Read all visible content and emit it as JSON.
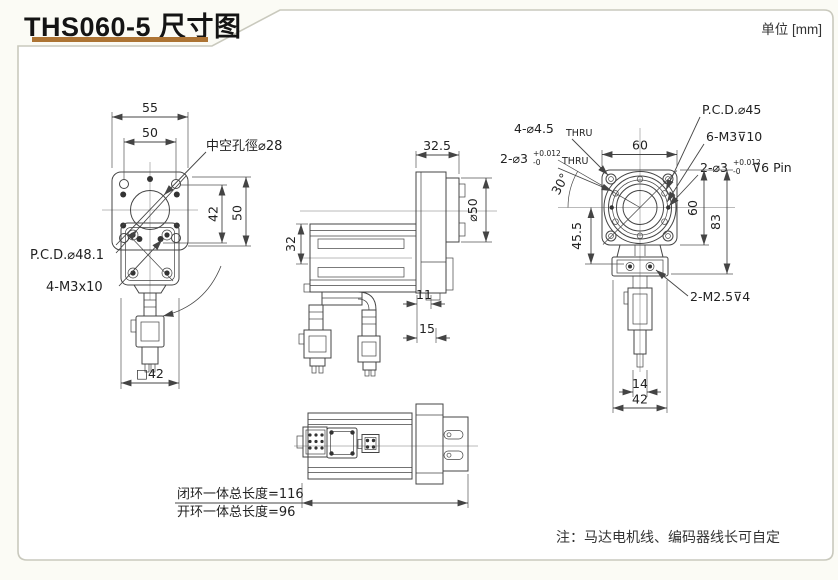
{
  "header": {
    "title": "THS060-5 尺寸图",
    "unit": "单位 [mm]"
  },
  "note": "注：马达电机线、编码器线长可自定",
  "colors": {
    "accent": "#ad7434",
    "frame": "#c9c9bd",
    "line": "#444444"
  },
  "front_view": {
    "dim_width_outer": "55",
    "dim_hole_pitch": "50",
    "hollow_bore_label": "中空孔徑⌀28",
    "dim_v_42": "42",
    "dim_v_50": "50",
    "pcd_label": "P.C.D.⌀48.1",
    "screws_label": "4-M3x10",
    "body_square_label": "□42"
  },
  "side_view": {
    "dim_depth": "32.5",
    "dim_output_dia": "⌀50",
    "dim_body": "32",
    "dim_offset_11": "11",
    "dim_offset_15": "15"
  },
  "output_view": {
    "thru_holes": "4-⌀4.5",
    "thru_holes_suffix": "THRU",
    "pin_thru_prefix": "2-⌀3",
    "tol_plus": "+0.012",
    "tol_minus": "-0",
    "pin_thru_suffix": "THRU",
    "pcd_label": "P.C.D.⌀45",
    "tapped_label": "6-M3⊽10",
    "pin_prefix": "2-⌀3",
    "pin_suffix": "⊽6 Pin",
    "angle": "30°",
    "dim_width": "60",
    "dim_left": "45.5",
    "dim_right_60": "60",
    "dim_right_83": "83",
    "mount_label": "2-M2.5⊽4",
    "dim_conn_14": "14",
    "dim_mount_42": "42"
  },
  "bottom_view": {
    "closed_loop_label": "闭环一体总长度=116",
    "open_loop_label": "开环一体总长度=96"
  }
}
